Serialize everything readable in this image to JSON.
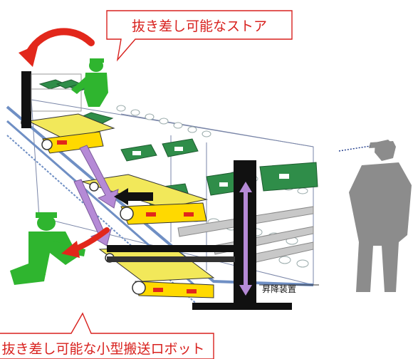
{
  "callouts": {
    "top": "抜き差し可能なストア",
    "bottom": "抜き差し可能な小型搬送ロボット"
  },
  "labels": {
    "lift_device": "昇降装置"
  },
  "colors": {
    "callout_text": "#d8211e",
    "callout_border": "#d8211e",
    "worker_green": "#2fb52f",
    "observer_gray": "#8c8c8c",
    "conveyor_yellow": "#f2e85a",
    "box_green": "#2f8d49",
    "lift_purple": "#b58ad6",
    "arrow_red": "#e2271b",
    "rail_blue": "#6f8fc4"
  },
  "icons": [
    "worker-top-icon",
    "worker-bottom-icon",
    "observer-icon",
    "lift-column-icon"
  ]
}
